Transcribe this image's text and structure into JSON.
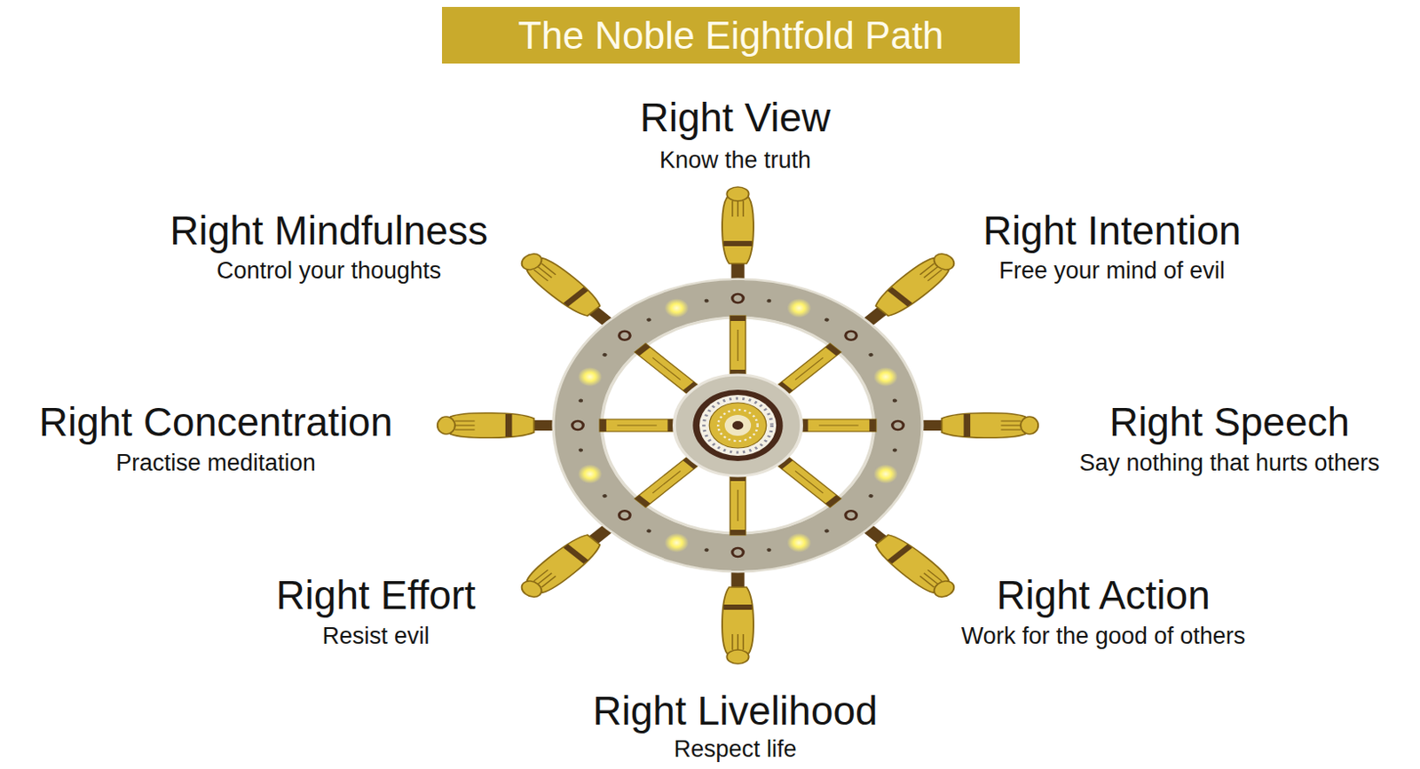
{
  "diagram": {
    "title": "The Noble Eightfold Path",
    "labels": [
      "Right View",
      "Know the truth",
      "Right Mindfulness",
      "Control your thoughts",
      "Right Intention",
      "Free your mind of evil",
      "Right Concentration",
      "Practise meditation",
      "Right Speech",
      "Say nothing that hurts others",
      "Right Effort",
      "Resist evil",
      "Right Action",
      "Work for the good of others",
      "Right Livelihood",
      "Respect life"
    ]
  }
}
